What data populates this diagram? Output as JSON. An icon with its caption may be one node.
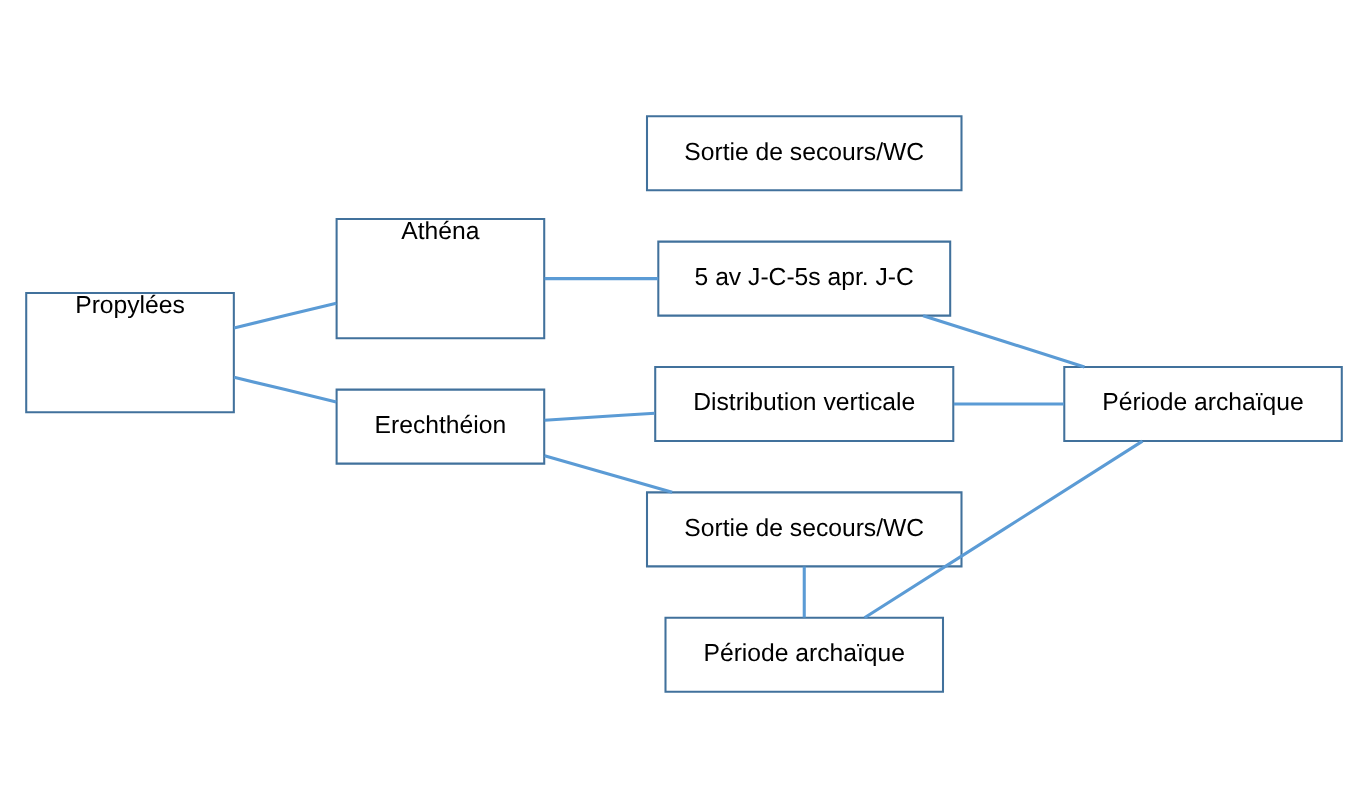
{
  "diagram": {
    "nodes": [
      {
        "text": [
          "Athéna"
        ]
      },
      {
        "text": [
          "5 av J-C-5s apr. J-C"
        ]
      },
      {
        "text": [
          "Propylées"
        ]
      },
      {
        "text": [
          "Sortie de secours/WC"
        ]
      },
      {
        "text": [
          "Distribution verticale"
        ]
      },
      {
        "text": [
          "Période archaïque"
        ]
      },
      {
        "text": [
          "Erechthéion"
        ]
      },
      {
        "text": [
          "Sortie de secours/WC"
        ]
      },
      {
        "text": [
          "Période archaïque"
        ]
      }
    ],
    "edges": [
      {
        "from": 2,
        "to": 0,
        "arrow": "none"
      },
      {
        "from": 0,
        "to": 1,
        "arrow": "none"
      },
      {
        "from": 1,
        "to": 5,
        "arrow": "none"
      },
      {
        "from": 2,
        "to": 6,
        "arrow": "none"
      },
      {
        "from": 6,
        "to": 4,
        "arrow": "none"
      },
      {
        "from": 4,
        "to": 5,
        "arrow": "none"
      },
      {
        "from": 6,
        "to": 7,
        "arrow": "none"
      },
      {
        "from": 7,
        "to": 8,
        "arrow": "none"
      },
      {
        "from": 8,
        "to": 5,
        "arrow": "none"
      }
    ]
  }
}
